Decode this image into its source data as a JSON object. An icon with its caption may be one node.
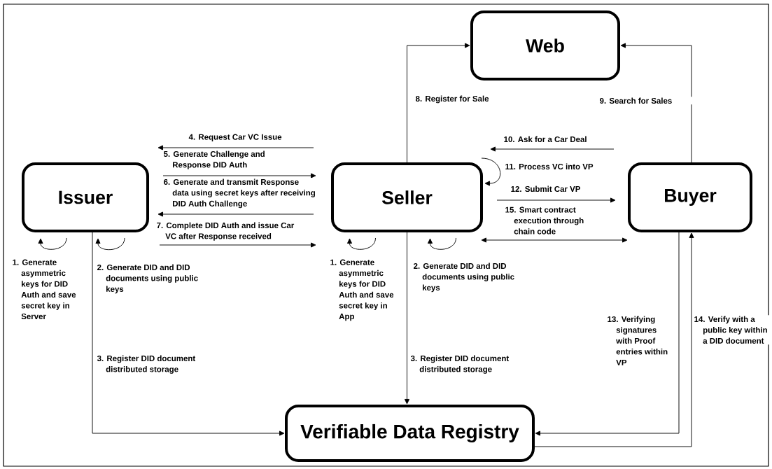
{
  "diagram": {
    "nodes": [
      {
        "text": [
          "Web"
        ]
      },
      {
        "text": [
          "Issuer"
        ]
      },
      {
        "text": [
          "Seller"
        ]
      },
      {
        "text": [
          "Buyer"
        ]
      },
      {
        "text": [
          "Verifiable Data Registry"
        ]
      }
    ],
    "edges": [
      {
        "from": 1,
        "to": 1,
        "arrow": "to",
        "label": "1. Generate asymmetric keys for DID Auth and save secret key in Server"
      },
      {
        "from": 1,
        "to": 1,
        "arrow": "to",
        "label": "2. Generate DID and DID documents using public keys"
      },
      {
        "from": 1,
        "to": 4,
        "arrow": "to",
        "label": "3. Register DID document distributed storage"
      },
      {
        "from": 2,
        "to": 1,
        "arrow": "to",
        "label": "4. Request Car VC Issue"
      },
      {
        "from": 1,
        "to": 2,
        "arrow": "to",
        "label": "5. Generate Challenge and Response DID Auth"
      },
      {
        "from": 2,
        "to": 1,
        "arrow": "to",
        "label": "6. Generate and transmit Response data using secret keys after receiving DID Auth Challenge"
      },
      {
        "from": 1,
        "to": 2,
        "arrow": "to",
        "label": "7. Complete DID Auth and issue Car VC after Response received"
      },
      {
        "from": 2,
        "to": 2,
        "arrow": "to",
        "label": "1. Generate asymmetric keys for DID Auth and save secret key in App"
      },
      {
        "from": 2,
        "to": 2,
        "arrow": "to",
        "label": "2. Generate DID and DID documents using public keys"
      },
      {
        "from": 2,
        "to": 4,
        "arrow": "to",
        "label": "3. Register DID document distributed storage"
      },
      {
        "from": 2,
        "to": 0,
        "arrow": "to",
        "label": "8. Register for Sale"
      },
      {
        "from": 3,
        "to": 0,
        "arrow": "to",
        "label": "9. Search for Sales"
      },
      {
        "from": 3,
        "to": 2,
        "arrow": "to",
        "label": "10. Ask for a Car Deal"
      },
      {
        "from": 2,
        "to": 2,
        "arrow": "to",
        "label": "11. Process VC into VP"
      },
      {
        "from": 2,
        "to": 3,
        "arrow": "to",
        "label": "12. Submit Car VP"
      },
      {
        "from": 2,
        "to": 3,
        "arrow": "both",
        "label": "15. Smart contract execution through chain code"
      },
      {
        "from": 3,
        "to": 4,
        "arrow": "to",
        "label": "13. Verifying signatures with Proof entries within VP"
      },
      {
        "from": 4,
        "to": 3,
        "arrow": "to",
        "label": "14. Verify with a public key within a DID document"
      }
    ]
  }
}
